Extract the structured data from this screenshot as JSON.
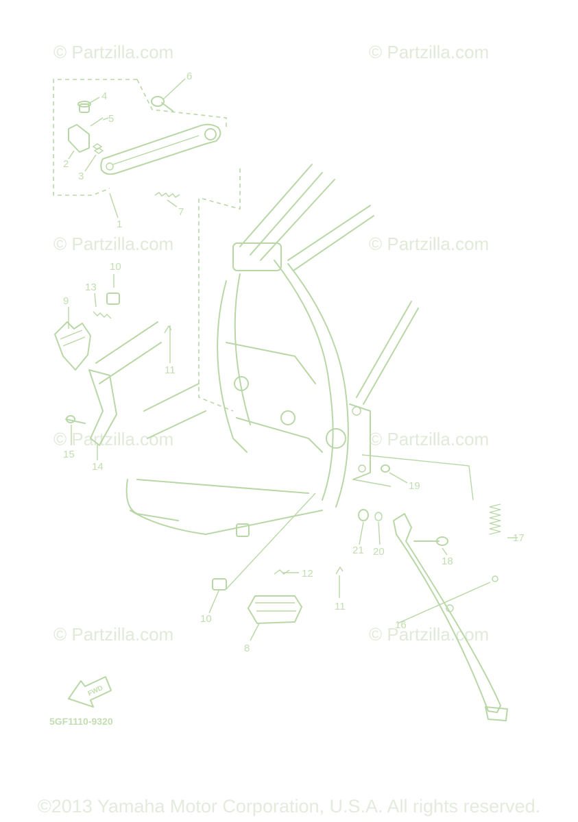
{
  "watermarks": [
    "© Partzilla.com",
    "© Partzilla.com",
    "© Partzilla.com",
    "© Partzilla.com",
    "© Partzilla.com",
    "© Partzilla.com",
    "© Partzilla.com",
    "© Partzilla.com"
  ],
  "callouts": [
    "1",
    "2",
    "3",
    "4",
    "5",
    "6",
    "7",
    "8",
    "9",
    "10",
    "10",
    "11",
    "11",
    "12",
    "13",
    "14",
    "15",
    "16",
    "17",
    "18",
    "19",
    "20",
    "21"
  ],
  "fwd_label": "FWD",
  "diagram_code": "5GF1110-9320",
  "copyright": "©2013 Yamaha Motor Corporation, U.S.A. All rights reserved."
}
